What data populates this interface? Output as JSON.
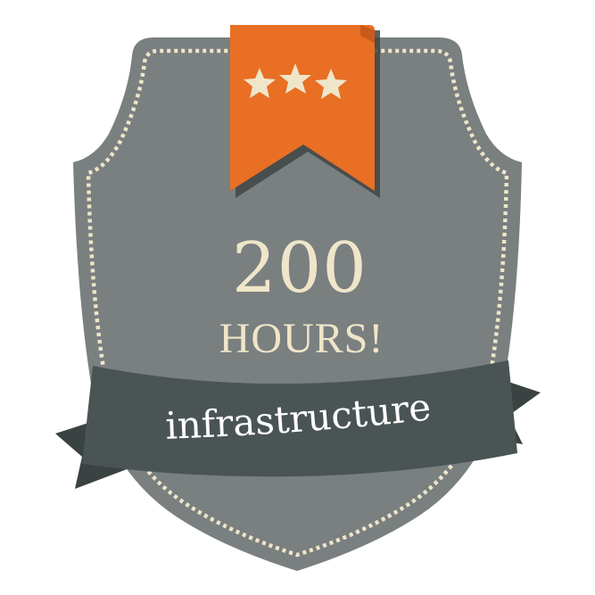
{
  "badge": {
    "number": "200",
    "unit": "HOURS!",
    "topic": "infrastructure",
    "star_count": 3,
    "colors": {
      "shield_fill": "#7a7f80",
      "stitch": "#efe6c9",
      "ribbon_orange": "#e86f24",
      "ribbon_shadow": "#3f4444",
      "banner_fill": "#4b5454",
      "banner_fold": "#3a4242",
      "text_cream": "#efe6c9",
      "text_white": "#ffffff"
    },
    "icons": [
      "star-icon",
      "star-icon",
      "star-icon"
    ]
  }
}
